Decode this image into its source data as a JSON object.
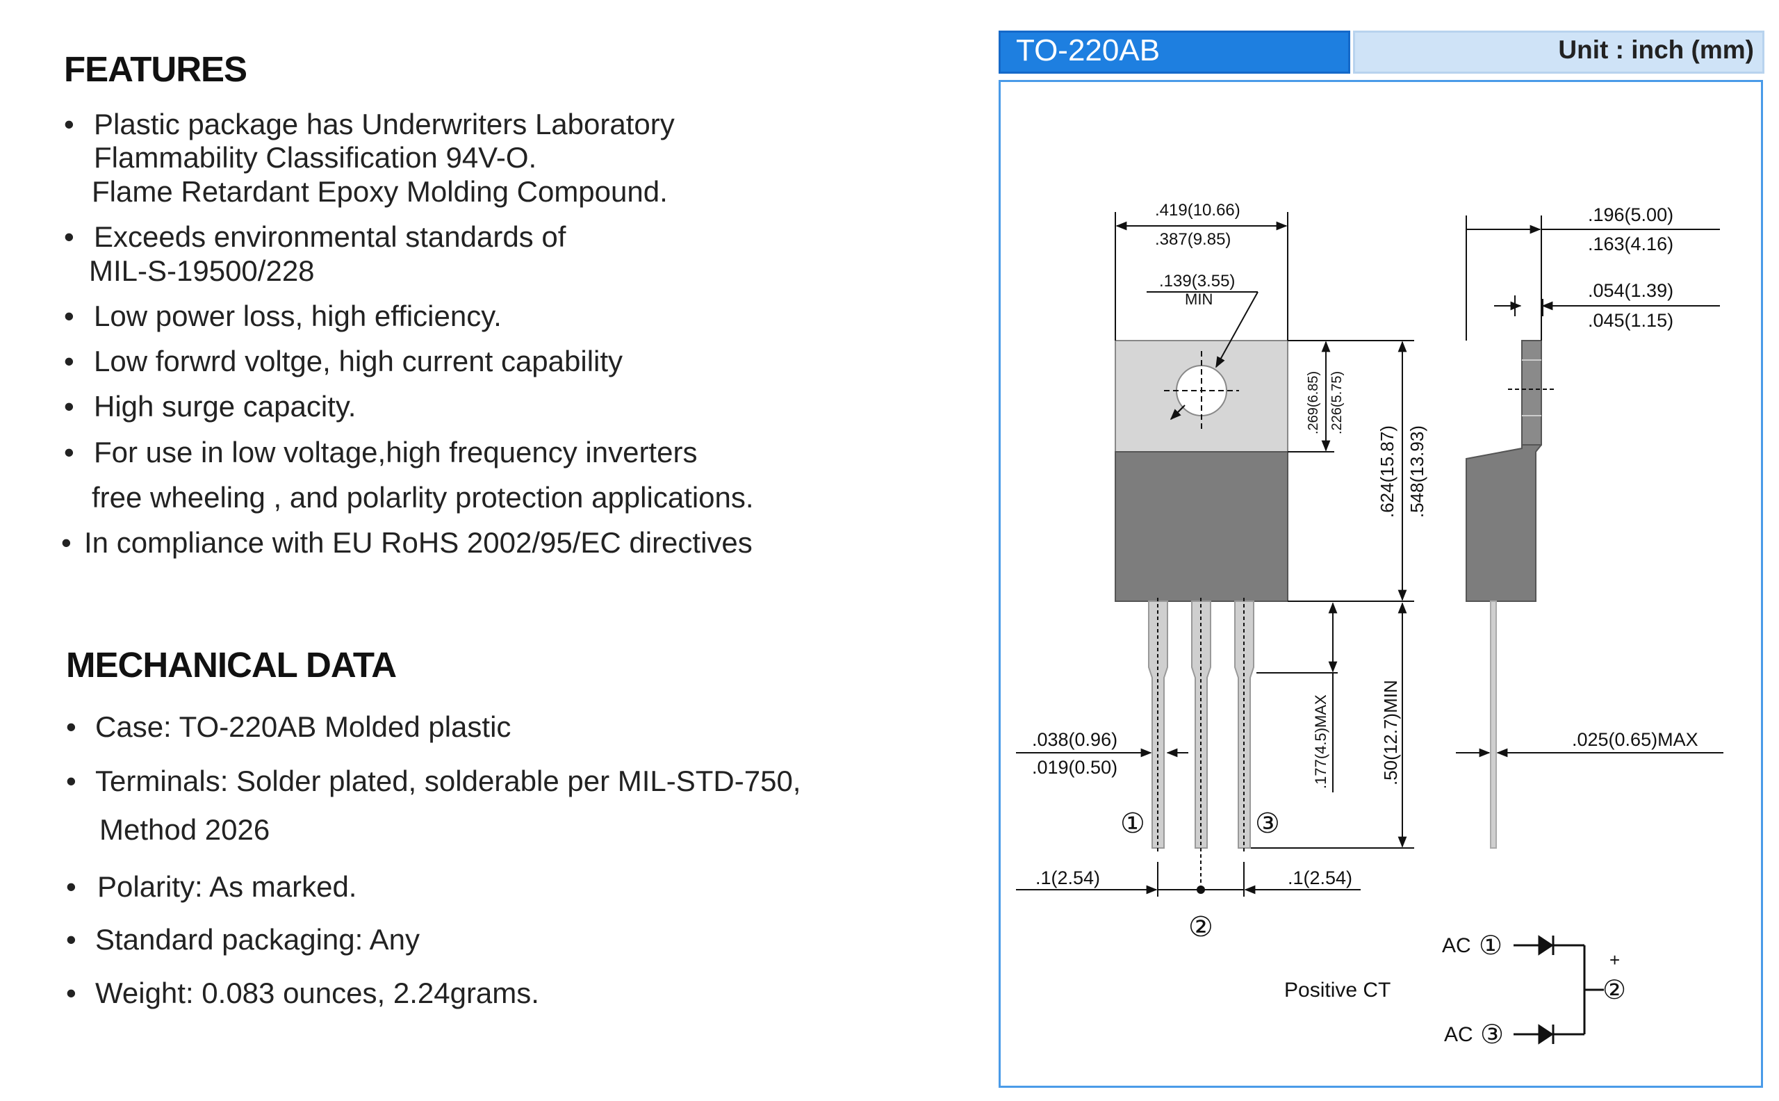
{
  "features": {
    "heading": "FEATURES",
    "lines": [
      "Plastic package has Underwriters Laboratory",
      "Flammability Classification 94V-O.",
      "Flame Retardant Epoxy Molding Compound.",
      "Exceeds environmental standards of",
      "MIL-S-19500/228",
      "Low power loss, high efficiency.",
      "Low forwrd voltge, high current capability",
      "High surge capacity.",
      "For use in low voltage,high frequency inverters",
      "free wheeling , and polarlity protection applications.",
      "In compliance with EU RoHS 2002/95/EC directives"
    ]
  },
  "mechanical": {
    "heading": "MECHANICAL  DATA",
    "lines": [
      "Case: TO-220AB  Molded plastic",
      "Terminals: Solder plated, solderable per MIL-STD-750,",
      "Method 2026",
      "Polarity:  As marked.",
      "Standard packaging: Any",
      "Weight: 0.083 ounces, 2.24grams."
    ]
  },
  "bullet_char": "•",
  "diagram": {
    "package_name": "TO-220AB",
    "unit": "Unit : inch (mm)",
    "dims": {
      "width_max": ".419(10.66)",
      "width_min": ".387(9.85)",
      "hole_dia": ".139(3.55)",
      "hole_min": "MIN",
      "tab_h_max": ".269(6.85)",
      "tab_h_min": ".226(5.75)",
      "body_h_max": ".624(15.87)",
      "body_h_min": ".548(13.93)",
      "thick_max": ".196(5.00)",
      "thick_min": ".163(4.16)",
      "tab_t_max": ".054(1.39)",
      "tab_t_min": ".045(1.15)",
      "lead_w_max": ".038(0.96)",
      "lead_w_min": ".019(0.50)",
      "shoulder": ".177(4.5)MAX",
      "lead_len": ".50(12.7)MIN",
      "lead_t": ".025(0.65)MAX",
      "pitch_left": ".1(2.54)",
      "pitch_right": ".1(2.54)"
    },
    "pins": {
      "p1": "①",
      "p2": "②",
      "p3": "③"
    },
    "circuit": {
      "label": "Positive CT",
      "ac_top": "AC",
      "ac_bottom": "AC",
      "plus": "+"
    }
  }
}
